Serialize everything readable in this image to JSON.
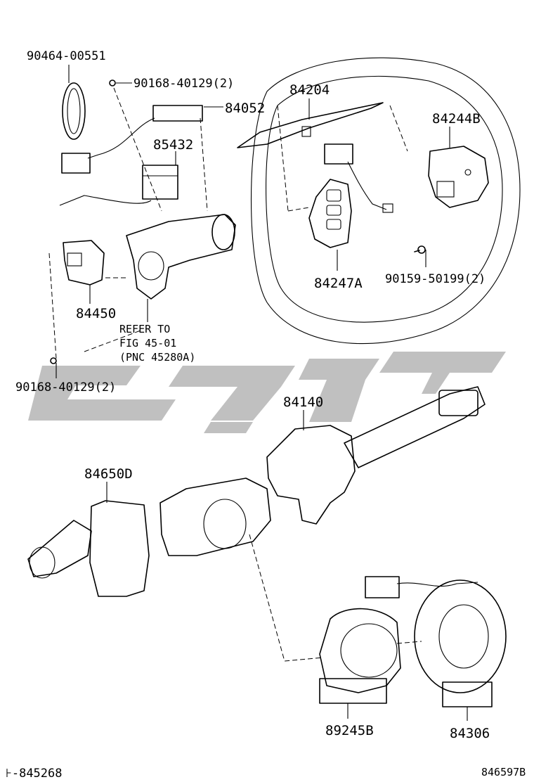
{
  "parts": {
    "p_90464": "90464-00551",
    "p_90168_top": "90168-40129(2)",
    "p_84052": "84052",
    "p_85432": "85432",
    "p_84204": "84204",
    "p_84244B": "84244B",
    "p_84247A": "84247A",
    "p_90159": "90159-50199(2)",
    "p_84450": "84450",
    "p_90168_bottom": "90168-40129(2)",
    "p_84140": "84140",
    "p_84650D": "84650D",
    "p_89245B": "89245B",
    "p_84306": "84306"
  },
  "refer_note": {
    "line1": "REFER TO",
    "line2": "FIG 45-01",
    "line3": "(PNC 45280A)"
  },
  "footer": {
    "left_code": "⊦-845268",
    "right_code": "846597B"
  }
}
